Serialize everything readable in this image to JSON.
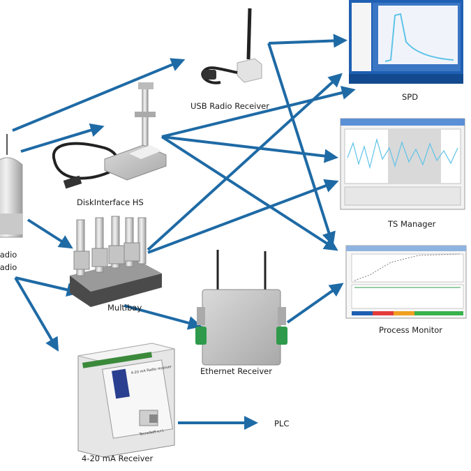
{
  "labels": {
    "usb_receiver": "USB Radio Receiver",
    "disk_interface": "DiskInterface HS",
    "multibay": "Multibay",
    "ethernet_receiver": "Ethernet Receiver",
    "ma_receiver": "4-20 mA Receiver",
    "plc": "PLC",
    "spd": "SPD",
    "ts_manager": "TS Manager",
    "process_monitor": "Process Monitor",
    "radio_line1": "Radio",
    "radio_line2": "Radio"
  },
  "device_text": {
    "ma_receiver_title": "4-20 mA Radio receiver",
    "ma_receiver_brand": "TecnoSoft s.r.l."
  },
  "colors": {
    "arrow": "#1e6aa5",
    "screen_blue": "#1f5fb3",
    "chart_cyan": "#5fc3e8",
    "gray_panel": "#d9d9d9"
  },
  "icons": [
    "radio-logger-icon",
    "usb-receiver-icon",
    "disk-interface-icon",
    "multibay-icon",
    "ethernet-receiver-icon",
    "ma-receiver-icon"
  ]
}
